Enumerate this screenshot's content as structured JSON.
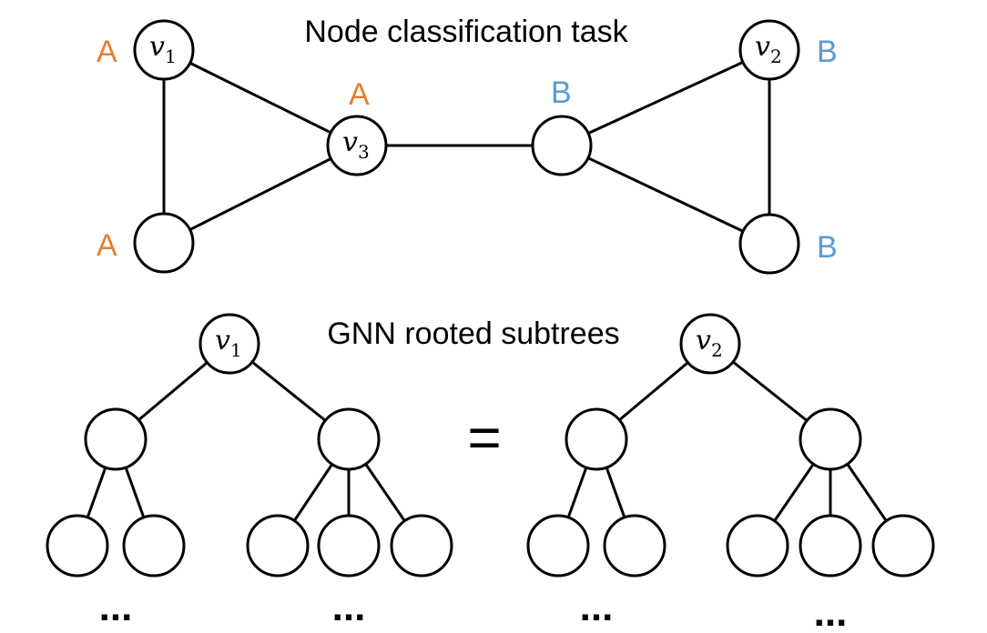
{
  "graph": {
    "title": "Node classification task",
    "nodes": {
      "v1": {
        "symbol": "v",
        "subscript": "1",
        "label": "A"
      },
      "v3": {
        "symbol": "v",
        "subscript": "3",
        "label": "A"
      },
      "bottom_left": {
        "label": "A"
      },
      "center_right": {
        "label": "B"
      },
      "v2": {
        "symbol": "v",
        "subscript": "2",
        "label": "B"
      },
      "bottom_right": {
        "label": "B"
      }
    }
  },
  "subtrees": {
    "title": "GNN rooted subtrees",
    "left_root": {
      "symbol": "v",
      "subscript": "1"
    },
    "right_root": {
      "symbol": "v",
      "subscript": "2"
    },
    "equals": "=",
    "ellipsis": "..."
  },
  "colors": {
    "class_a": "#E87D2E",
    "class_b": "#5B9BD5",
    "stroke": "#000000"
  }
}
